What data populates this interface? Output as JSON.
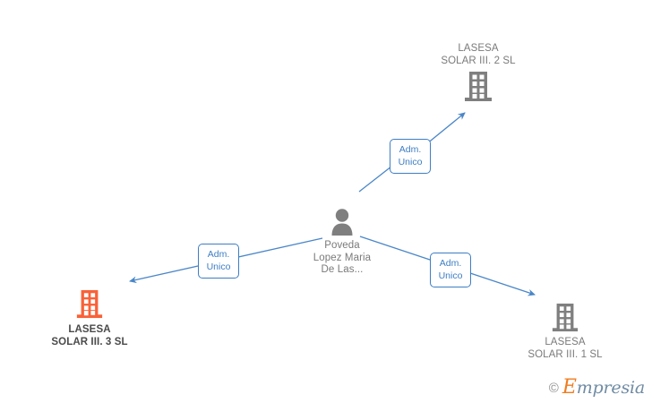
{
  "diagram": {
    "title": "Mercantile relations graph",
    "colors": {
      "edge": "#4a86c8",
      "chip_border": "#3d7ec4",
      "chip_text": "#3d7ec4",
      "node_gray": "#7f7f7f",
      "node_highlight": "#f96138",
      "label_gray": "#7a7a7a",
      "label_highlight": "#4a4a4a"
    },
    "nodes": [
      {
        "id": "company-2",
        "type": "company",
        "icon": "building-icon",
        "label": "LASESA\nSOLAR III.  2 SL",
        "highlight": false,
        "label_position": "top"
      },
      {
        "id": "person-center",
        "type": "person",
        "icon": "person-icon",
        "label": "Poveda\nLopez Maria\nDe Las...",
        "highlight": false,
        "label_position": "bottom"
      },
      {
        "id": "company-3",
        "type": "company",
        "icon": "building-icon",
        "label": "LASESA\nSOLAR III.  3 SL",
        "highlight": true,
        "label_position": "bottom"
      },
      {
        "id": "company-1",
        "type": "company",
        "icon": "building-icon",
        "label": "LASESA\nSOLAR III. 1 SL",
        "highlight": false,
        "label_position": "bottom"
      }
    ],
    "edges": [
      {
        "id": "edge-to-company-2",
        "from": "person-center",
        "to": "company-2",
        "label": "Adm.\nUnico"
      },
      {
        "id": "edge-to-company-3",
        "from": "person-center",
        "to": "company-3",
        "label": "Adm.\nUnico"
      },
      {
        "id": "edge-to-company-1",
        "from": "person-center",
        "to": "company-1",
        "label": "Adm.\nUnico"
      }
    ]
  },
  "watermark": {
    "copyright": "©",
    "brand_cap": "E",
    "brand_rest": "mpresia"
  }
}
